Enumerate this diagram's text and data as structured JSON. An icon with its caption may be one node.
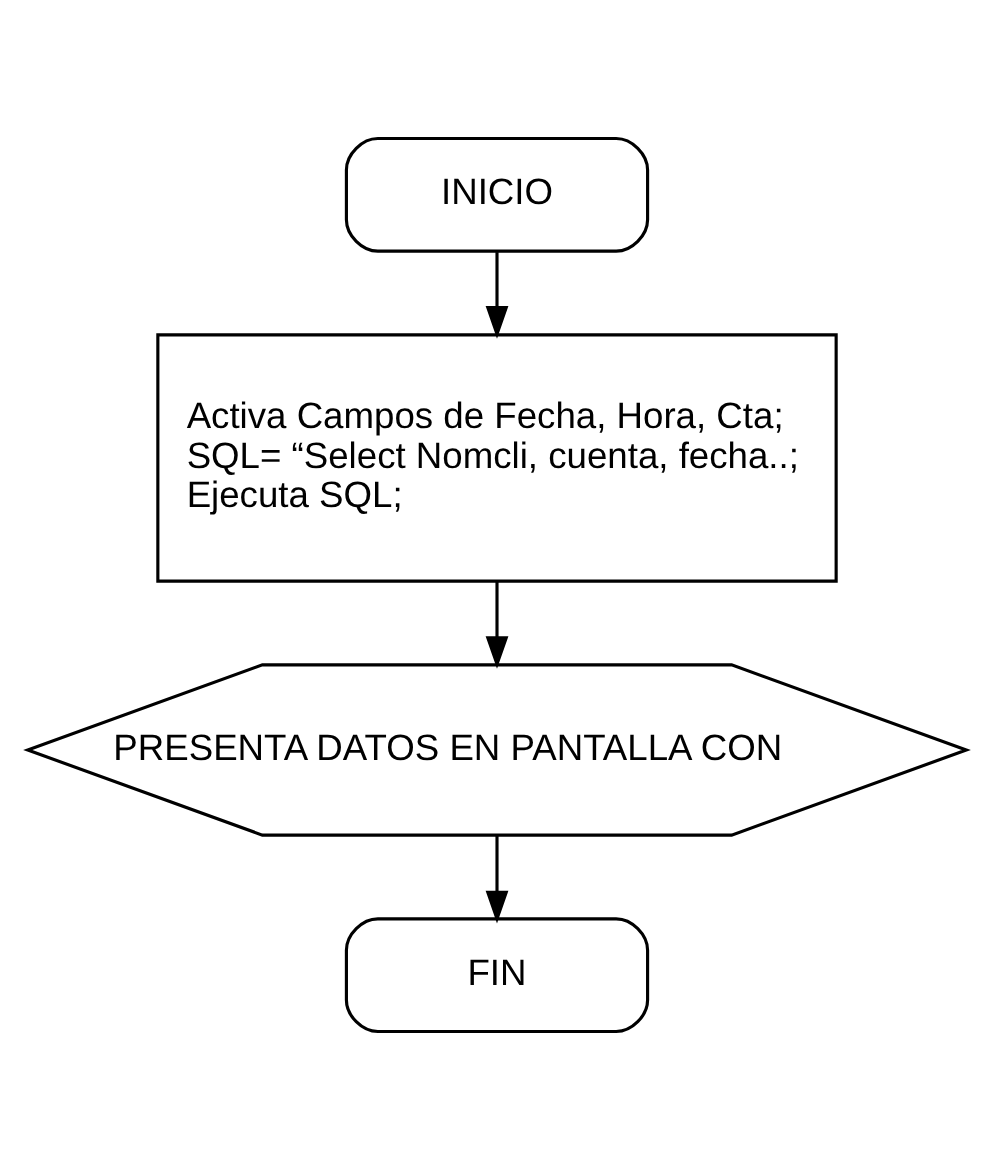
{
  "diagram": {
    "nodes": [
      {
        "text": [
          "INICIO"
        ]
      },
      {
        "text": [
          "Activa Campos de Fecha, Hora, Cta;",
          "SQL= “Select Nomcli, cuenta, fecha..;",
          "Ejecuta SQL;"
        ]
      },
      {
        "text": [
          "PRESENTA DATOS EN PANTALLA CON"
        ]
      },
      {
        "text": [
          "FIN"
        ]
      }
    ],
    "edges": [
      {
        "from": 0,
        "to": 1,
        "arrow": "to"
      },
      {
        "from": 1,
        "to": 2,
        "arrow": "to"
      },
      {
        "from": 2,
        "to": 3,
        "arrow": "to"
      }
    ]
  }
}
